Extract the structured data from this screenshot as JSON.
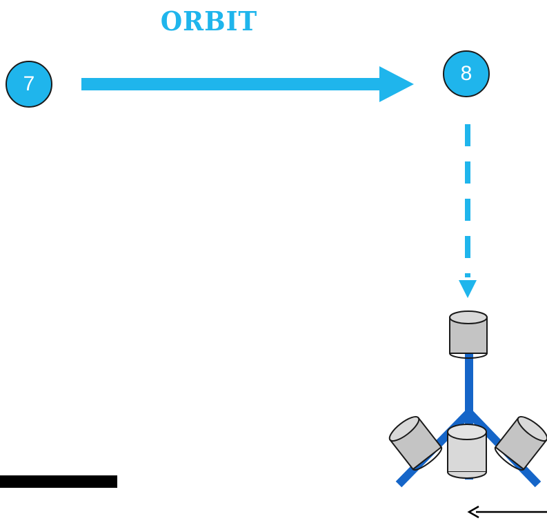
{
  "diagram": {
    "title": "ORBIT",
    "steps": [
      "7",
      "8"
    ],
    "colors": {
      "accent": "#1fb5ec",
      "arm": "#1565c8",
      "camera_fill": "#c4c4c4",
      "camera_front_fill": "#d9d9d9",
      "outline": "#1a1a1a"
    },
    "icons": {
      "rig": "three-camera-rig-icon",
      "direction": "left-arrow-icon"
    }
  }
}
